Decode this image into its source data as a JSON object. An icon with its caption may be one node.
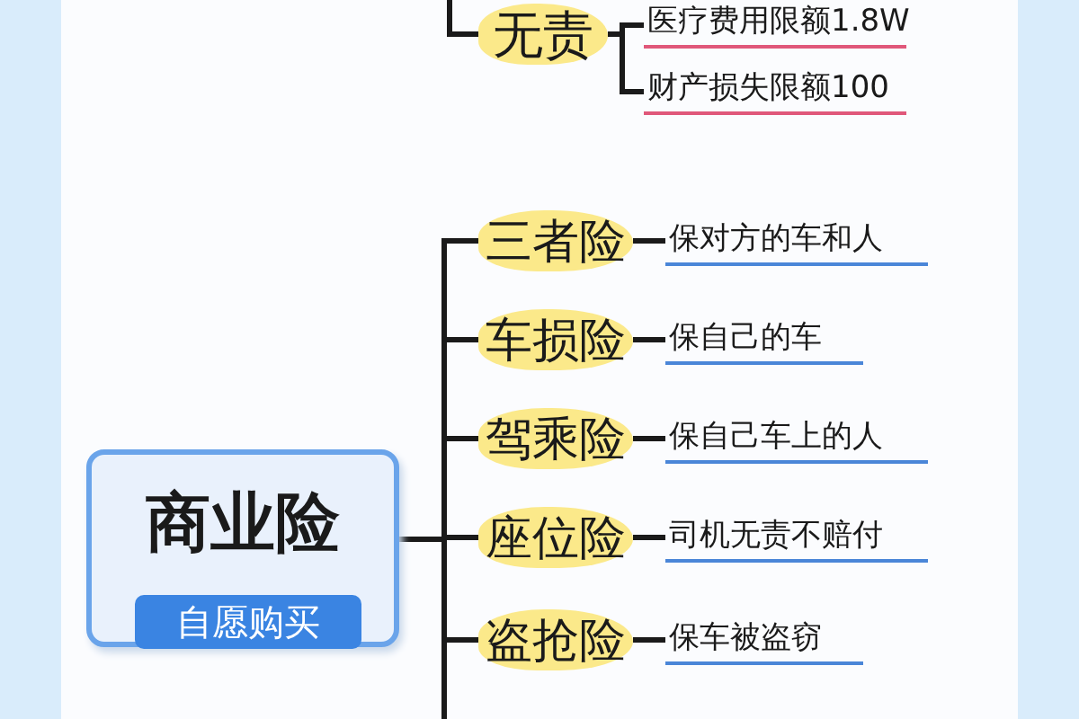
{
  "diagram": {
    "nodes": [
      {
        "text": [
          "无责"
        ]
      },
      {
        "text": [
          "医疗费用限额1.8W"
        ]
      },
      {
        "text": [
          "财产损失限额100"
        ]
      },
      {
        "text": [
          "商业险"
        ]
      },
      {
        "text": [
          "自愿购买"
        ],
        "in": 3
      },
      {
        "text": [
          "三者险"
        ]
      },
      {
        "text": [
          "保对方的车和人"
        ]
      },
      {
        "text": [
          "车损险"
        ]
      },
      {
        "text": [
          "保自己的车"
        ]
      },
      {
        "text": [
          "驾乘险"
        ]
      },
      {
        "text": [
          "保自己车上的人"
        ]
      },
      {
        "text": [
          "座位险"
        ]
      },
      {
        "text": [
          "司机无责不赔付"
        ]
      },
      {
        "text": [
          "盗抢险"
        ]
      },
      {
        "text": [
          "保车被盗窃"
        ]
      }
    ],
    "edges": [
      {
        "from": null,
        "to": 0,
        "arrow": "none"
      },
      {
        "from": 0,
        "to": 1,
        "arrow": "none"
      },
      {
        "from": 0,
        "to": 2,
        "arrow": "none"
      },
      {
        "from": 3,
        "to": 5,
        "arrow": "none"
      },
      {
        "from": 3,
        "to": 7,
        "arrow": "none"
      },
      {
        "from": 3,
        "to": 9,
        "arrow": "none"
      },
      {
        "from": 3,
        "to": 11,
        "arrow": "none"
      },
      {
        "from": 3,
        "to": 13,
        "arrow": "none"
      },
      {
        "from": 3,
        "to": null,
        "arrow": "none"
      },
      {
        "from": 5,
        "to": 6,
        "arrow": "none"
      },
      {
        "from": 7,
        "to": 8,
        "arrow": "none"
      },
      {
        "from": 9,
        "to": 10,
        "arrow": "none"
      },
      {
        "from": 11,
        "to": 12,
        "arrow": "none"
      },
      {
        "from": 13,
        "to": 14,
        "arrow": "none"
      }
    ]
  }
}
